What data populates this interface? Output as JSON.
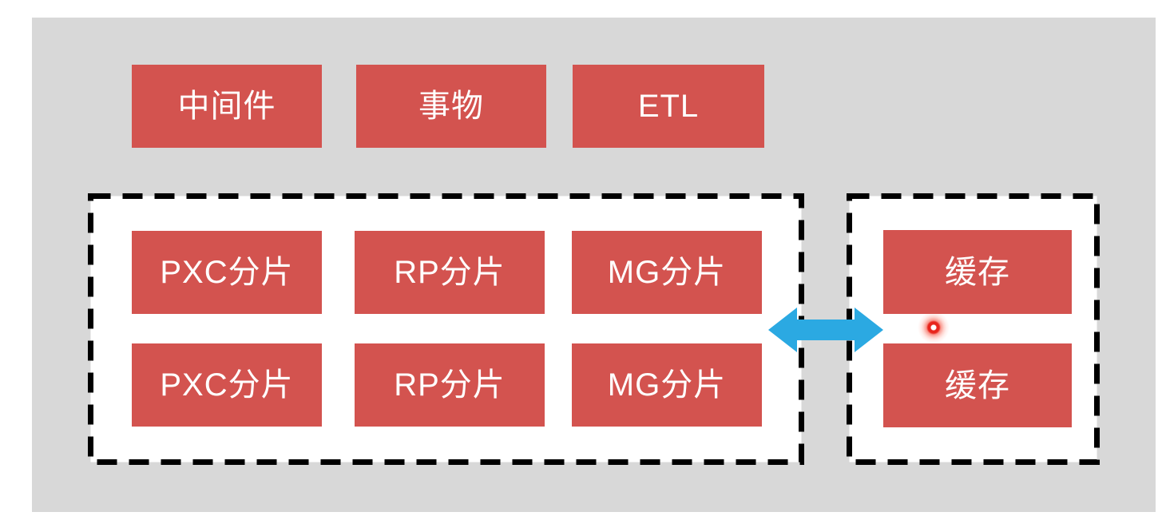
{
  "colors": {
    "page_background": "#ffffff",
    "canvas_background": "#d8d8d8",
    "box_fill": "#d3534f",
    "box_text": "#ffffff",
    "dashed_border": "#000000",
    "cluster_fill": "#ffffff",
    "arrow_blue": "#2ba9e2",
    "cursor_dot_red": "#e8251c"
  },
  "top_boxes": [
    {
      "label": "中间件"
    },
    {
      "label": "事物"
    },
    {
      "label": "ETL"
    }
  ],
  "shard_boxes": [
    {
      "label": "PXC分片"
    },
    {
      "label": "RP分片"
    },
    {
      "label": "MG分片"
    },
    {
      "label": "PXC分片"
    },
    {
      "label": "RP分片"
    },
    {
      "label": "MG分片"
    }
  ],
  "cache_boxes": [
    {
      "label": "缓存"
    },
    {
      "label": "缓存"
    }
  ],
  "icons": {
    "arrow": "double-headed-horizontal-arrow",
    "cursor": "click-indicator-dot"
  }
}
